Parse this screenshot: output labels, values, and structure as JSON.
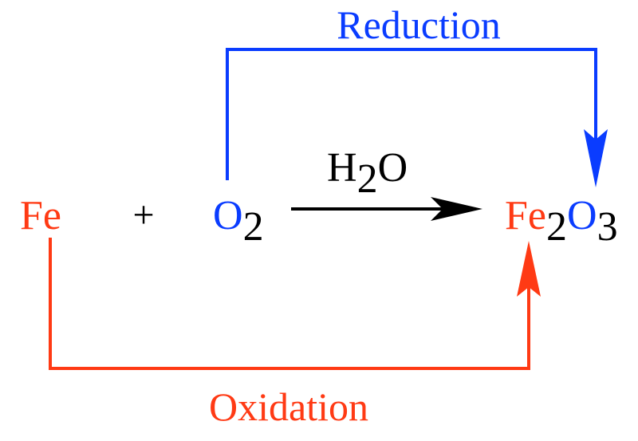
{
  "labels": {
    "reduction": "Reduction",
    "oxidation": "Oxidation",
    "reactant_fe": "Fe",
    "plus": "+",
    "reactant_o": "O",
    "reactant_o_sub": "2",
    "catalyst_h": "H",
    "catalyst_sub": "2",
    "catalyst_o": "O",
    "product_fe": "Fe",
    "product_fe_sub": "2",
    "product_o": "O",
    "product_o_sub": "3"
  },
  "colors": {
    "reduction": "#0a3cff",
    "oxidation": "#ff3a14",
    "neutral": "#000000"
  }
}
